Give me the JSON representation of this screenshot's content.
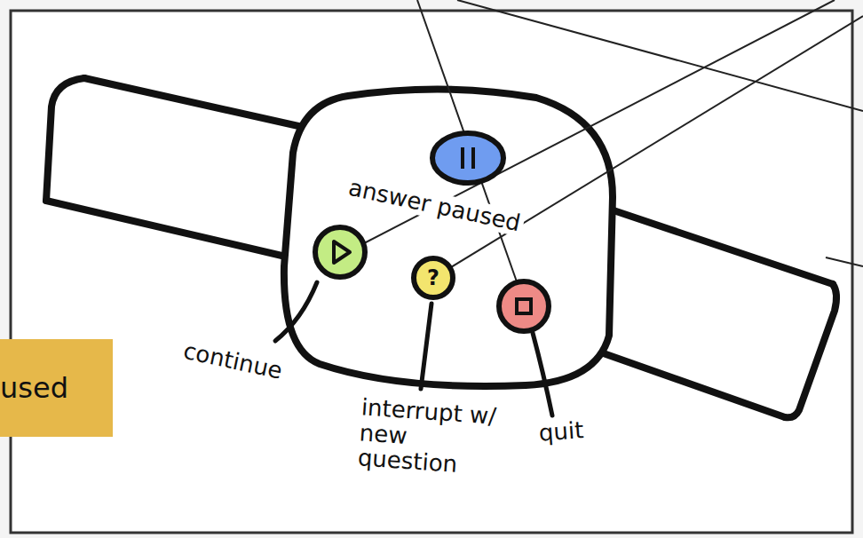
{
  "diagram": {
    "nodes": [
      {
        "text": [
          "used"
        ]
      },
      {
        "text": [
          "?"
        ]
      }
    ],
    "labels": [
      "answer paused",
      "continue",
      "interrupt w/ new question",
      "quit"
    ]
  }
}
